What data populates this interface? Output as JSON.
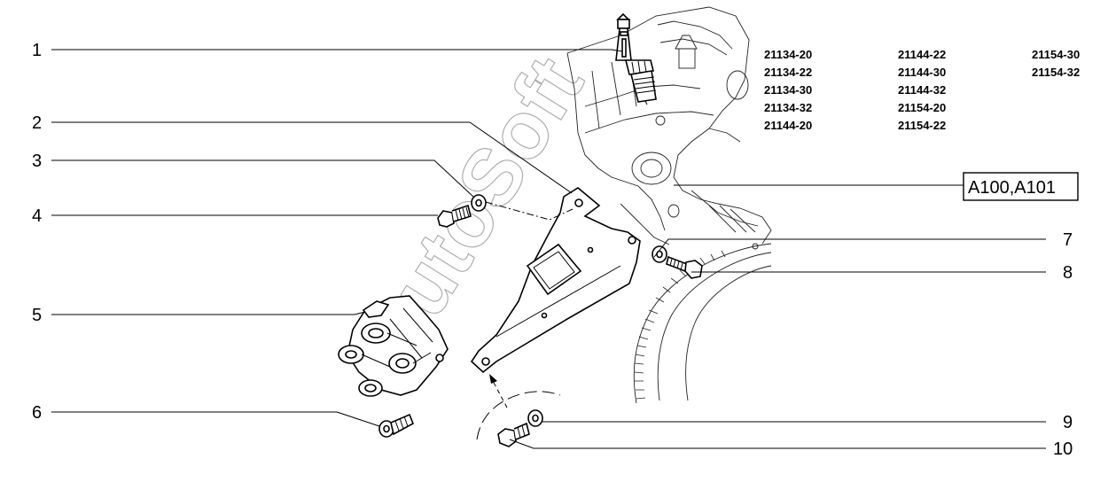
{
  "callouts": [
    "1",
    "2",
    "3",
    "4",
    "5",
    "6",
    "7",
    "8",
    "9",
    "10"
  ],
  "model_codes": [
    [
      "21134-20",
      "21134-22",
      "21134-30",
      "21134-32",
      "21144-20"
    ],
    [
      "21144-22",
      "21144-30",
      "21144-32",
      "21154-20",
      "21154-22"
    ],
    [
      "21154-30",
      "21154-32"
    ]
  ],
  "reference_box": "A100,A101",
  "watermark": "AutoSoft"
}
